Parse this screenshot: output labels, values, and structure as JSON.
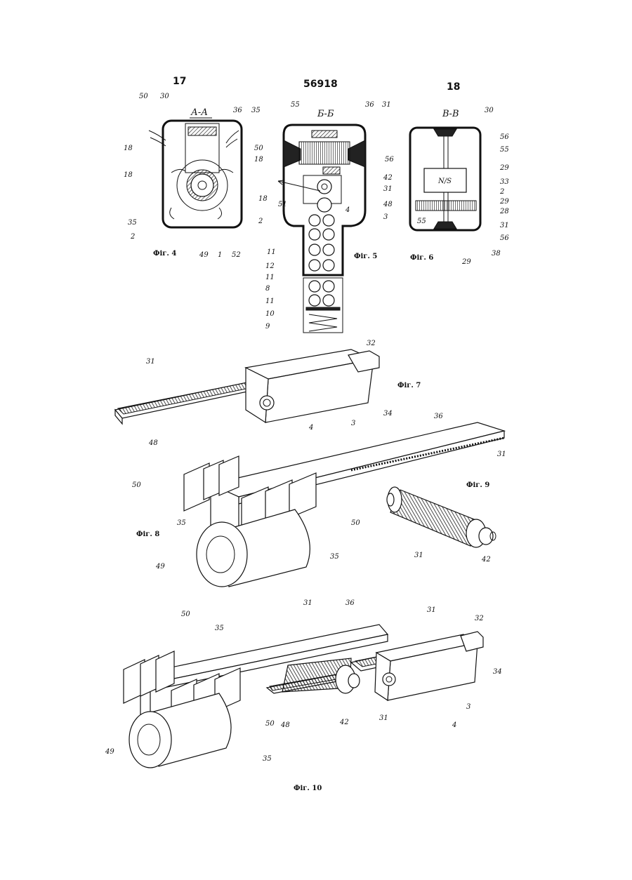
{
  "header": {
    "page_left": "17",
    "patent_number": "56918",
    "page_right": "18"
  },
  "sections": {
    "a": "А-А",
    "b": "Б-Б",
    "c": "В-В"
  },
  "captions": {
    "fig4": "Фіг. 4",
    "fig5": "Фіг. 5",
    "fig6": "Фіг. 6",
    "fig7": "Фіг. 7",
    "fig8": "Фіг. 8",
    "fig9": "Фіг. 9",
    "fig10": "Фіг. 10"
  },
  "magnet_label": "N/S",
  "fig4_labels": [
    "50",
    "30",
    "36",
    "35",
    "18",
    "50",
    "18",
    "18",
    "18",
    "35",
    "2",
    "49",
    "1",
    "52"
  ],
  "fig5_labels": [
    "55",
    "36",
    "31",
    "56",
    "42",
    "31",
    "48",
    "3",
    "4",
    "51",
    "2",
    "11",
    "12",
    "11",
    "8",
    "11",
    "10",
    "9"
  ],
  "fig6_labels": [
    "30",
    "56",
    "55",
    "29",
    "33",
    "2",
    "29",
    "28",
    "31",
    "56",
    "38",
    "55",
    "29"
  ],
  "fig7_labels": [
    "32",
    "31",
    "34",
    "3",
    "4",
    "48"
  ],
  "fig8_labels": [
    "36",
    "31",
    "50",
    "35",
    "50",
    "35",
    "49"
  ],
  "fig9_labels": [
    "31",
    "42"
  ],
  "fig10_labels": [
    "50",
    "35",
    "36",
    "31",
    "31",
    "32",
    "34",
    "3",
    "4",
    "31",
    "42",
    "48",
    "50",
    "49",
    "35"
  ]
}
